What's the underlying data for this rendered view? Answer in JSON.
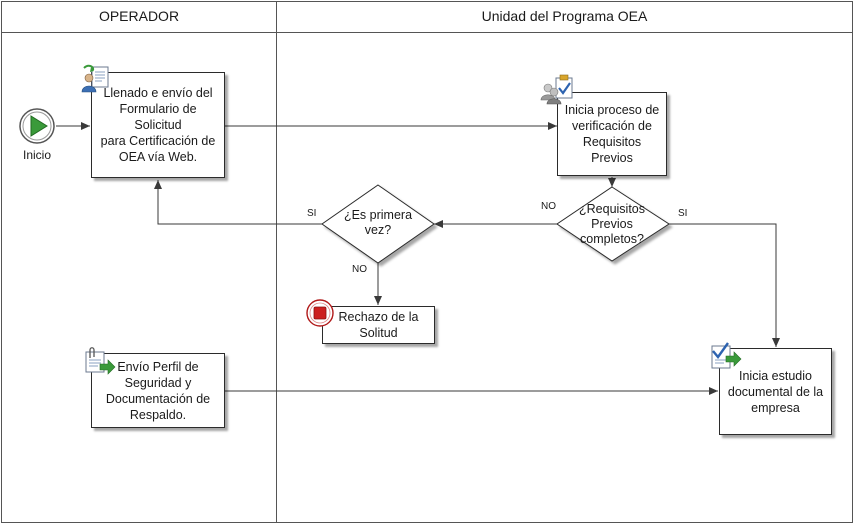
{
  "lanes": {
    "left": {
      "title": "OPERADOR"
    },
    "right": {
      "title": "Unidad del Programa OEA"
    }
  },
  "nodes": {
    "start": {
      "label": "Inicio"
    },
    "llenado": {
      "label": "Llenado e envío del\nFormulario de Solicitud\npara Certificación de\nOEA vía Web."
    },
    "envio_perfil": {
      "label": "Envío Perfil de\nSeguridad y\nDocumentación de\nRespaldo."
    },
    "verificacion": {
      "label": "Inicia proceso de\nverificación de\nRequisitos Previos"
    },
    "decision_requisitos": {
      "label": "¿Requisitos\nPrevios\ncompletos?"
    },
    "decision_primera": {
      "label": "¿Es primera\nvez?"
    },
    "rechazo": {
      "label": "Rechazo de la\nSolitud"
    },
    "estudio": {
      "label": "Inicia estudio\ndocumental de la\nempresa"
    }
  },
  "edge_labels": {
    "requisitos_no": "NO",
    "requisitos_si": "SI",
    "primera_si": "SI",
    "primera_no": "NO"
  },
  "icons": {
    "llenado": "user-form-icon",
    "verificacion": "users-clipboard-icon",
    "envio_perfil": "attachment-send-icon",
    "estudio": "document-check-icon",
    "start": "start-play-icon",
    "rechazo": "stop-icon"
  },
  "colors": {
    "start_fill": "#3a9a3a",
    "stop_fill": "#cc1f1f",
    "line": "#3a3a3a"
  }
}
